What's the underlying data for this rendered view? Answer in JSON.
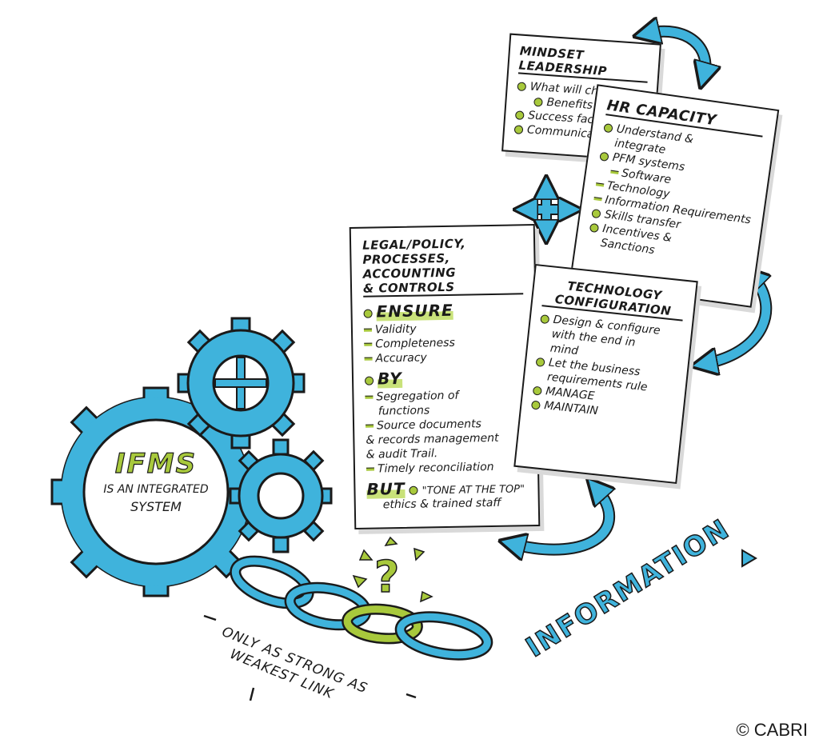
{
  "mindset": {
    "title": "Mindset Leadership",
    "items": [
      "What will change",
      "Benefits",
      "Success factors",
      "Communication"
    ]
  },
  "hr": {
    "title": "HR Capacity",
    "items": [
      "Understand &",
      "integrate",
      "PFM systems",
      "Software",
      "Technology",
      "Information Requirements",
      "Skills transfer",
      "Incentives &",
      "Sanctions"
    ]
  },
  "legal": {
    "title_1": "Legal/Policy,",
    "title_2": "Processes, Accounting",
    "title_3": "& Controls",
    "ensure": "Ensure",
    "ensure_items": [
      "Validity",
      "Completeness",
      "Accuracy"
    ],
    "by": "By",
    "by_items": [
      "Segregation of",
      "functions",
      "Source documents",
      "& records management",
      "& audit Trail.",
      "Timely reconciliation"
    ],
    "but": "But",
    "but_line1": "\"Tone at the top\"",
    "but_line2": "ethics & trained staff"
  },
  "tech": {
    "title_1": "Technology",
    "title_2": "Configuration",
    "items": [
      "Design & configure",
      "with the end in",
      "mind",
      "Let the business",
      "requirements rule",
      "Manage",
      "Maintain"
    ]
  },
  "ifms": {
    "title": "IFMS",
    "line1": "is an integrated",
    "line2": "system"
  },
  "chain_caption_1": "Only as strong as",
  "chain_caption_2": "weakest link",
  "question": "?",
  "information": "INFORMATION",
  "copyright": "© CABRI",
  "colors": {
    "blue": "#3fb3dc",
    "green": "#a8c93c",
    "ink": "#1a1a1a"
  }
}
